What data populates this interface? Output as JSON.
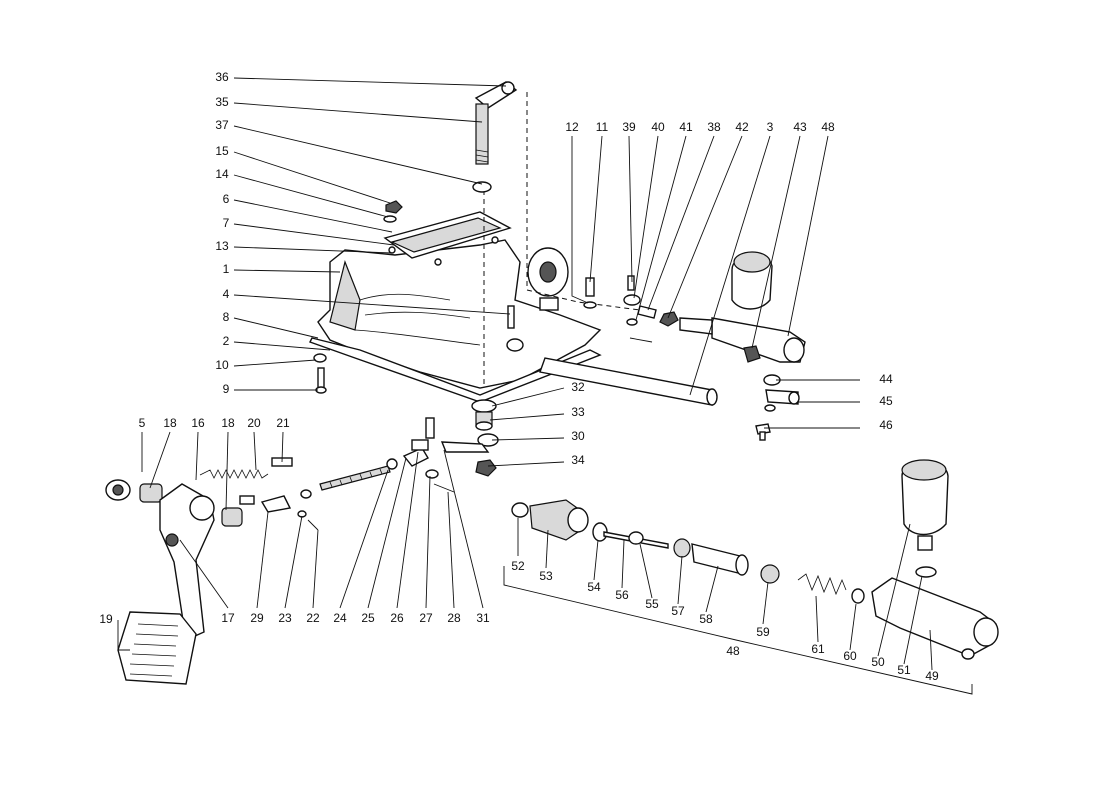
{
  "diagram": {
    "callouts": {
      "n36": "36",
      "n35": "35",
      "n37": "37",
      "n15": "15",
      "n14": "14",
      "n6": "6",
      "n7": "7",
      "n13": "13",
      "n1": "1",
      "n4": "4",
      "n8": "8",
      "n2": "2",
      "n10": "10",
      "n9": "9",
      "n12": "12",
      "n11": "11",
      "n39": "39",
      "n40": "40",
      "n41": "41",
      "n38": "38",
      "n42": "42",
      "n3": "3",
      "n43": "43",
      "n48top": "48",
      "n44": "44",
      "n45": "45",
      "n46": "46",
      "n32": "32",
      "n33": "33",
      "n30": "30",
      "n34": "34",
      "n5": "5",
      "n18a": "18",
      "n16": "16",
      "n18b": "18",
      "n20": "20",
      "n21": "21",
      "n19": "19",
      "n17": "17",
      "n29": "29",
      "n23": "23",
      "n22": "22",
      "n24": "24",
      "n25": "25",
      "n26": "26",
      "n27": "27",
      "n28": "28",
      "n31": "31",
      "n52": "52",
      "n53": "53",
      "n54": "54",
      "n56": "56",
      "n55": "55",
      "n57": "57",
      "n58": "58",
      "n59": "59",
      "n48bottom": "48",
      "n61": "61",
      "n60": "60",
      "n50": "50",
      "n51": "51",
      "n49": "49"
    }
  }
}
